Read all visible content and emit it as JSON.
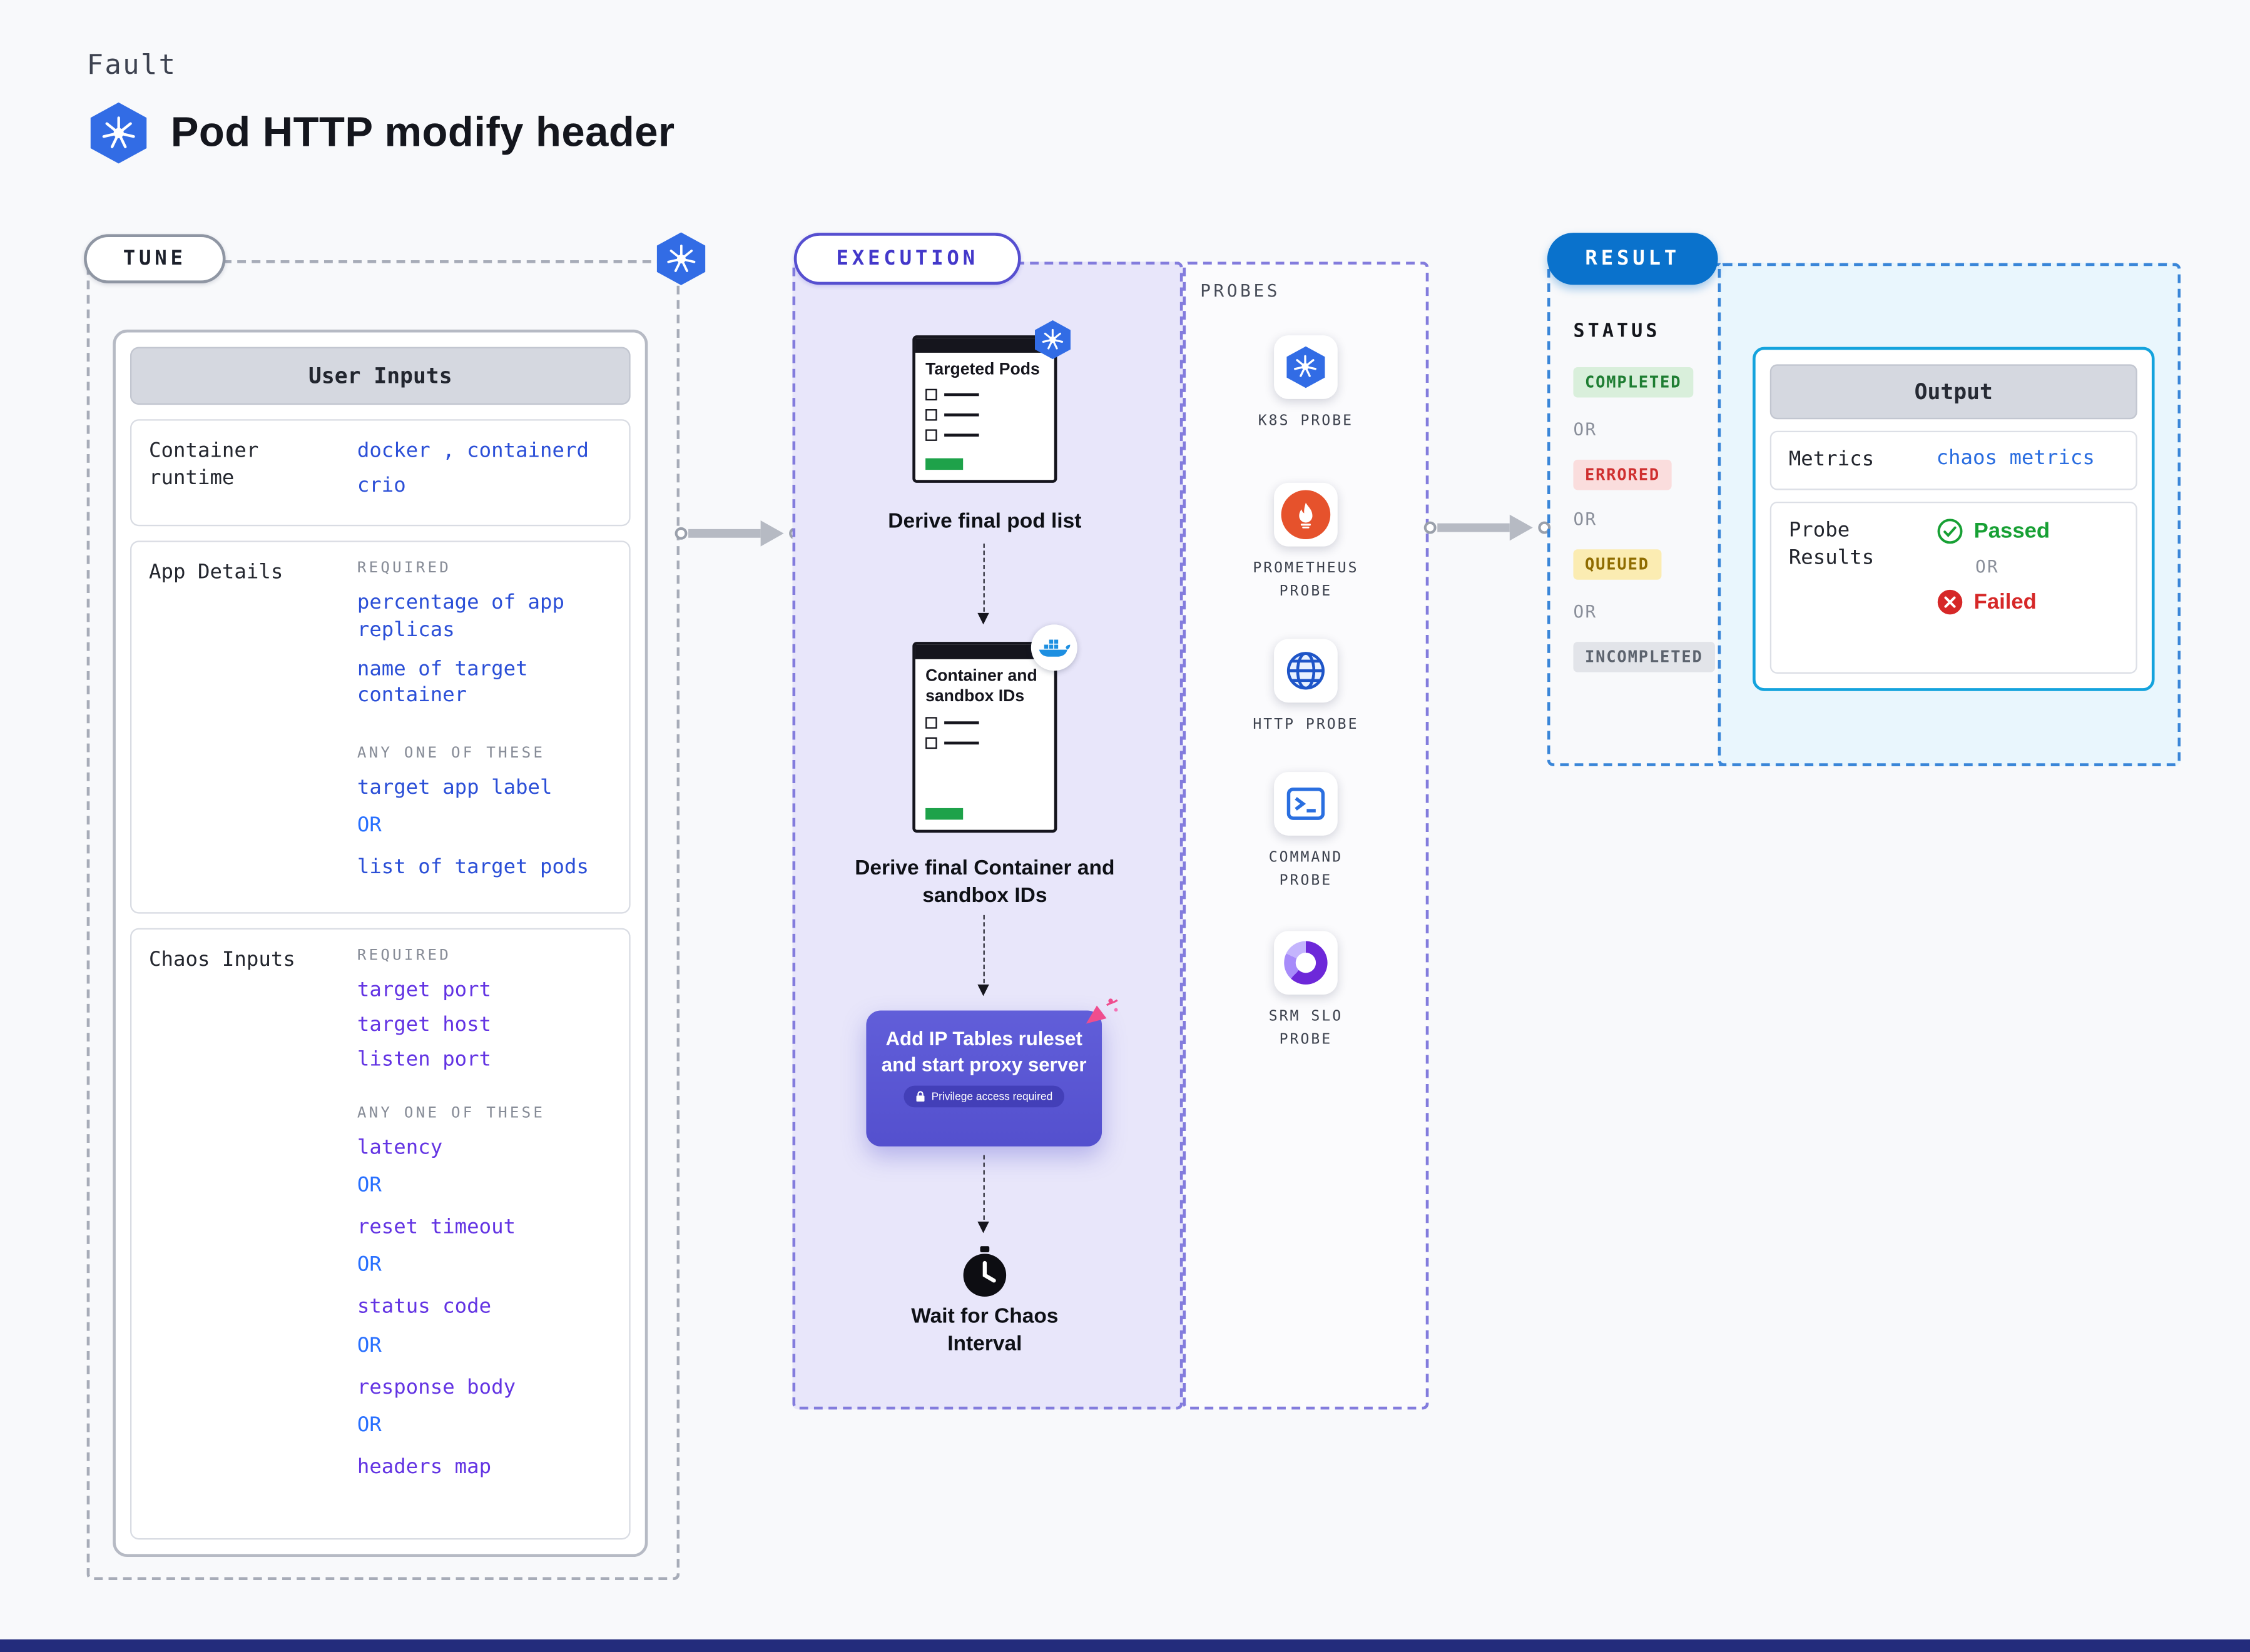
{
  "colors": {
    "accent_indigo": "#5450ce",
    "accent_blue": "#0a72cc",
    "link_blue": "#2b4fd7",
    "chaos_violet": "#6334e3",
    "or_blue": "#2970ff",
    "status_completed_fg": "#1e7d32",
    "status_errored_fg": "#cf2f2f",
    "status_queued_fg": "#8f6c00",
    "status_incompleted_fg": "#5c636e",
    "passed_green": "#17a034",
    "failed_red": "#d62828"
  },
  "header": {
    "kicker": "Fault",
    "title": "Pod HTTP modify header",
    "logo_icon": "kubernetes-icon"
  },
  "tune": {
    "badge": "TUNE",
    "corner_icon": "kubernetes-icon",
    "card_title": "User Inputs",
    "container_runtime": {
      "label": "Container runtime",
      "line1": "docker , containerd",
      "line2": "crio"
    },
    "app_details": {
      "label": "App Details",
      "required_label": "REQUIRED",
      "required_items": [
        "percentage of app replicas",
        "name of target container"
      ],
      "any_one_label": "ANY ONE OF THESE",
      "option_a": "target app label",
      "or_label": "OR",
      "option_b": "list of target pods"
    },
    "chaos_inputs": {
      "label": "Chaos Inputs",
      "required_label": "REQUIRED",
      "required_items": [
        "target port",
        "target host",
        "listen port"
      ],
      "any_one_label": "ANY ONE OF THESE",
      "options": [
        "latency",
        "reset timeout",
        "status code",
        "response body",
        "headers map"
      ],
      "or_label": "OR"
    }
  },
  "execution": {
    "badge": "EXECUTION",
    "steps": {
      "pod_list": {
        "doc_title": "Targeted Pods",
        "caption": "Derive final pod list",
        "badge_icon": "kubernetes-icon"
      },
      "container_ids": {
        "doc_title": "Container and sandbox IDs",
        "caption": "Derive final Container and sandbox IDs",
        "badge_icon": "docker-icon"
      },
      "iptables": {
        "text": "Add IP Tables ruleset and start proxy server",
        "badge": "Privilege access required",
        "badge_icon": "lock-icon"
      },
      "wait": {
        "caption": "Wait for Chaos Interval",
        "icon": "clock-icon"
      }
    }
  },
  "probes": {
    "label": "PROBES",
    "items": [
      {
        "label": "K8S PROBE",
        "icon": "kubernetes-icon"
      },
      {
        "label": "PROMETHEUS PROBE",
        "icon": "prometheus-flame-icon"
      },
      {
        "label": "HTTP PROBE",
        "icon": "globe-icon"
      },
      {
        "label": "COMMAND PROBE",
        "icon": "terminal-icon"
      },
      {
        "label": "SRM SLO PROBE",
        "icon": "pie-chart-icon"
      }
    ]
  },
  "result": {
    "badge": "RESULT",
    "status_label": "STATUS",
    "or_label": "OR",
    "statuses": [
      {
        "label": "COMPLETED"
      },
      {
        "label": "ERRORED"
      },
      {
        "label": "QUEUED"
      },
      {
        "label": "INCOMPLETED"
      }
    ],
    "output": {
      "title": "Output",
      "metrics_label": "Metrics",
      "metrics_value": "chaos metrics",
      "probe_results_label": "Probe Results",
      "passed_label": "Passed",
      "or_label": "OR",
      "failed_label": "Failed"
    }
  }
}
